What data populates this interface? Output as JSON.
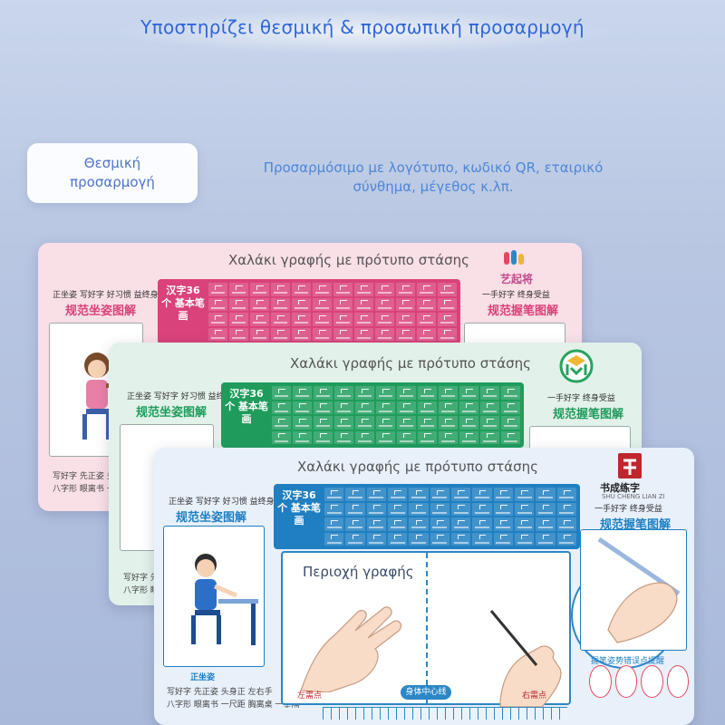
{
  "header": {
    "headline": "Υποστηρίζει θεσμική & προσωπική προσαρμογή"
  },
  "customization": {
    "badge": "Θεσμική προσαρμογή",
    "description": "Προσαρμόσιμο με λογότυπο, κωδικό QR, εταιρικό σύνθημα, μέγεθος κ.λπ."
  },
  "pads": {
    "pink": {
      "title": "Χαλάκι γραφής με πρότυπο στάσης",
      "brand": "艺起将",
      "strokes_label": "汉字36个 基本笔画",
      "sitting_heading": "规范坐姿图解",
      "grip_heading": "规范握笔图解",
      "slogans": "正坐姿 写好字 好习惯 益终身",
      "grip_slogan": "一手好字 终身受益",
      "bottom_left": "写好字 先正姿 头身正",
      "bottom_left_2": "八字形 眼离书 一尺距",
      "accent": "#d9427a"
    },
    "green": {
      "title": "Χαλάκι γραφής με πρότυπο στάσης",
      "strokes_label": "汉字36个 基本笔画",
      "sitting_heading": "规范坐姿图解",
      "grip_heading": "规范握笔图解",
      "slogans": "正坐姿 写好字 好习惯 益终身",
      "grip_slogan": "一手好字 终身受益",
      "bottom_left": "写好字 先",
      "bottom_left_2": "八字形 眼",
      "accent": "#1f9c5c"
    },
    "blue": {
      "title": "Χαλάκι γραφής με πρότυπο στάσης",
      "brand": "书成练字",
      "brand_sub": "SHU CHENG LIAN ZI",
      "strokes_label": "汉字36个 基本笔画",
      "sitting_heading": "规范坐姿图解",
      "grip_heading": "规范握笔图解",
      "slogans": "正坐姿 写好字 好习惯 益终身",
      "grip_slogan": "一手好字 终身受益",
      "writing_area": "Περιοχή γραφής",
      "center_line": "身体中心线",
      "left_mark": "左需点",
      "right_mark": "右需点",
      "sitting_box": "正坐姿",
      "bottom_left": "写好字 先正姿 头身正 左右手",
      "bottom_left_2": "八字形 眼离书 一尺距 胸离桌 一拳隔",
      "grip_points": "握笔姿势错误点提醒",
      "accent": "#1f7fc1"
    }
  }
}
